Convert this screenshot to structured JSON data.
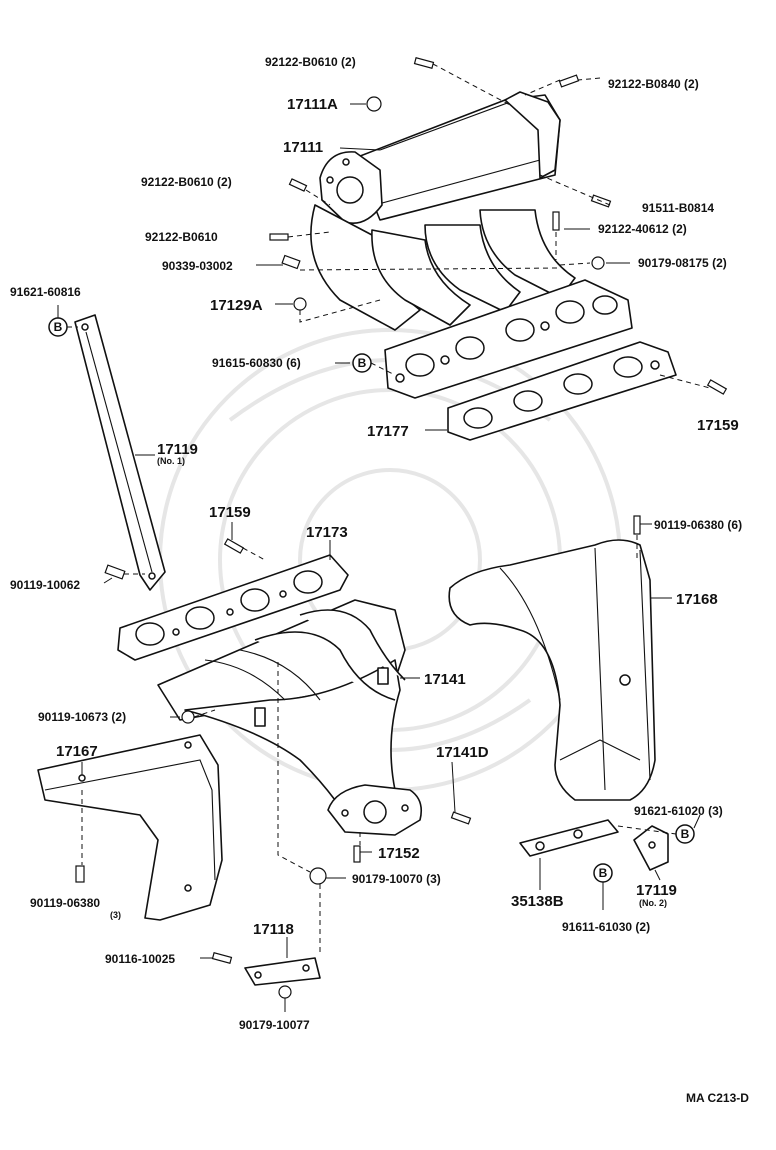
{
  "diagram_code": "MA C213-D",
  "labels": {
    "p92122_b0610_2a": "92122-B0610 (2)",
    "p92122_b0840": "92122-B0840 (2)",
    "p17111a": "17111A",
    "p17111": "17111",
    "p92122_b0610_2b": "92122-B0610 (2)",
    "p91511": "91511-B0814",
    "p92122_b0610": "92122-B0610",
    "p92122_40612": "92122-40612 (2)",
    "p90339": "90339-03002",
    "p90179_08175": "90179-08175 (2)",
    "p91621_60816": "91621-60816",
    "p17129a": "17129A",
    "p91615": "91615-60830 (6)",
    "p17177": "17177",
    "p17159_top": "17159",
    "p17119_no1": "17119",
    "no1": "(No. 1)",
    "p17159": "17159",
    "p17173": "17173",
    "p90119_06380_6": "90119-06380 (6)",
    "p90119_10062": "90119-10062",
    "p17168": "17168",
    "p17141": "17141",
    "p90119_10673": "90119-10673 (2)",
    "p17167": "17167",
    "p17141d": "17141D",
    "p91621_61020": "91621-61020 (3)",
    "p17152": "17152",
    "p90179_10070": "90179-10070 (3)",
    "p90119_06380_3": "90119-06380",
    "qty3": "(3)",
    "p35138b": "35138B",
    "p17119_no2": "17119",
    "no2": "(No. 2)",
    "p91611": "91611-61030 (2)",
    "p17118": "17118",
    "p90116": "90116-10025",
    "p90179_10077": "90179-10077"
  },
  "markers": {
    "b": "B"
  }
}
